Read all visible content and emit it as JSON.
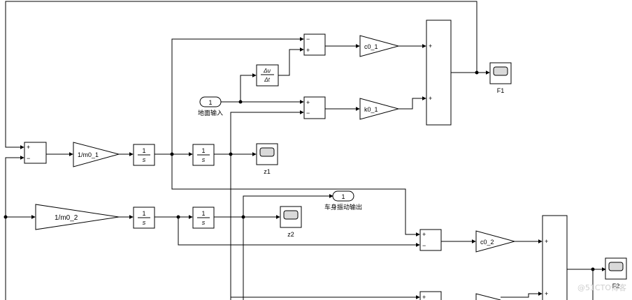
{
  "integrator": {
    "num": "1",
    "den": "s"
  },
  "derivative": {
    "num": "Δu",
    "den": "Δt"
  },
  "signs": {
    "plus": "+",
    "minus": "−"
  },
  "gains": {
    "inv_m0_1": "1/m0_1",
    "inv_m0_2": "1/m0_2",
    "c0_1": "c0_1",
    "k0_1": "k0_1",
    "c0_2": "c0_2"
  },
  "ports": {
    "ground_input": {
      "number": "1",
      "label": "地面输入"
    },
    "body_output": {
      "number": "1",
      "label": "车身振动输出"
    }
  },
  "scopes": {
    "z1": "z1",
    "z2": "z2",
    "F1": "F1",
    "F2": "F2"
  },
  "watermark": "@51CTO博客",
  "colors": {
    "line": "#000000",
    "background": "#ffffff",
    "block_fill": "#ffffff",
    "scope_screen": "#d9d9d9"
  }
}
